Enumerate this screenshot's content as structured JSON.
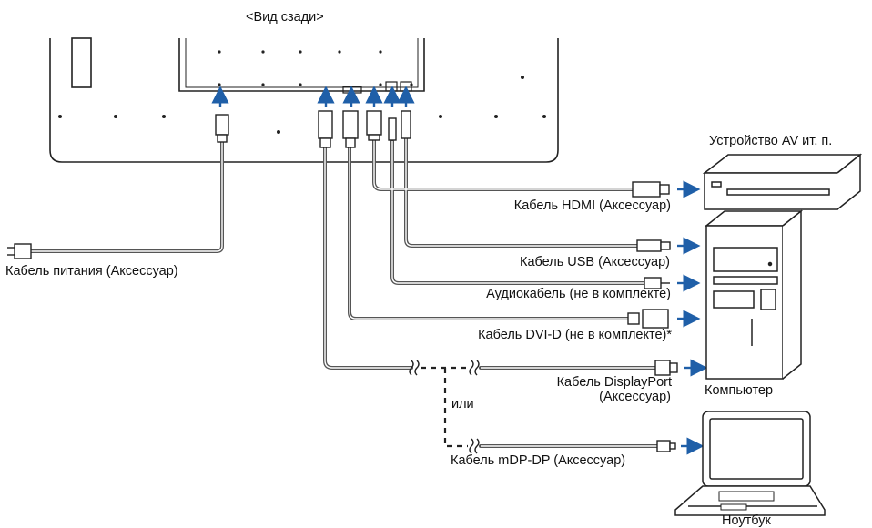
{
  "header": {
    "title": "<Вид сзади>"
  },
  "devices": {
    "av": "Устройство AV ит. п.",
    "computer": "Компьютер",
    "notebook": "Ноутбук"
  },
  "cables": {
    "power": "Кабель питания (Аксессуар)",
    "hdmi": "Кабель HDMI (Аксессуар)",
    "usb": "Кабель USB (Аксессуар)",
    "audio": "Аудиокабель (не в комплекте)",
    "dvi": "Кабель DVI-D (не в комплекте)*",
    "dp_line1": "Кабель DisplayPort",
    "dp_line2": "(Аксессуар)",
    "mdp": "Кабель mDP-DP (Аксессуар)"
  },
  "or_label": "или",
  "colors": {
    "cable": "#555555",
    "arrow": "#1f5fa8",
    "line": "#222222"
  }
}
